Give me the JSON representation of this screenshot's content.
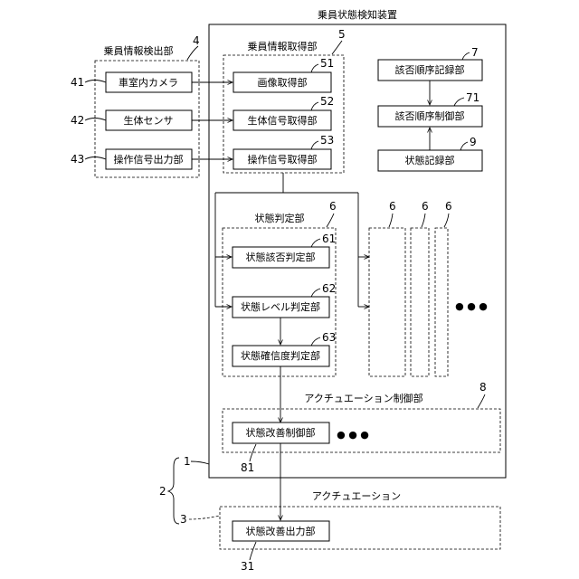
{
  "device": {
    "title": "乗員状態検知装置",
    "ref": "1"
  },
  "system": {
    "ref": "2"
  },
  "detection_unit": {
    "title": "乗員情報検出部",
    "ref": "4",
    "items": [
      {
        "label": "車室内カメラ",
        "ref": "41"
      },
      {
        "label": "生体センサ",
        "ref": "42"
      },
      {
        "label": "操作信号出力部",
        "ref": "43"
      }
    ]
  },
  "acquisition_unit": {
    "title": "乗員情報取得部",
    "ref": "5",
    "items": [
      {
        "label": "画像取得部",
        "ref": "51"
      },
      {
        "label": "生体信号取得部",
        "ref": "52"
      },
      {
        "label": "操作信号取得部",
        "ref": "53"
      }
    ]
  },
  "order_record": {
    "label": "該否順序記録部",
    "ref": "7"
  },
  "order_control": {
    "label": "該否順序制御部",
    "ref": "71"
  },
  "state_record": {
    "label": "状態記録部",
    "ref": "9"
  },
  "judgment_unit": {
    "title": "状態判定部",
    "ref": "6",
    "items": [
      {
        "label": "状態該否判定部",
        "ref": "61"
      },
      {
        "label": "状態レベル判定部",
        "ref": "62"
      },
      {
        "label": "状態確信度判定部",
        "ref": "63"
      }
    ]
  },
  "extra_judgment_refs": [
    "6",
    "6",
    "6"
  ],
  "ellipsis": "● ● ●",
  "actuation_control": {
    "title": "アクチュエーション制御部",
    "ref": "8",
    "item": {
      "label": "状態改善制御部",
      "ref": "81"
    }
  },
  "actuation": {
    "title": "アクチュエーション",
    "ref": "3",
    "item": {
      "label": "状態改善出力部",
      "ref": "31"
    }
  }
}
